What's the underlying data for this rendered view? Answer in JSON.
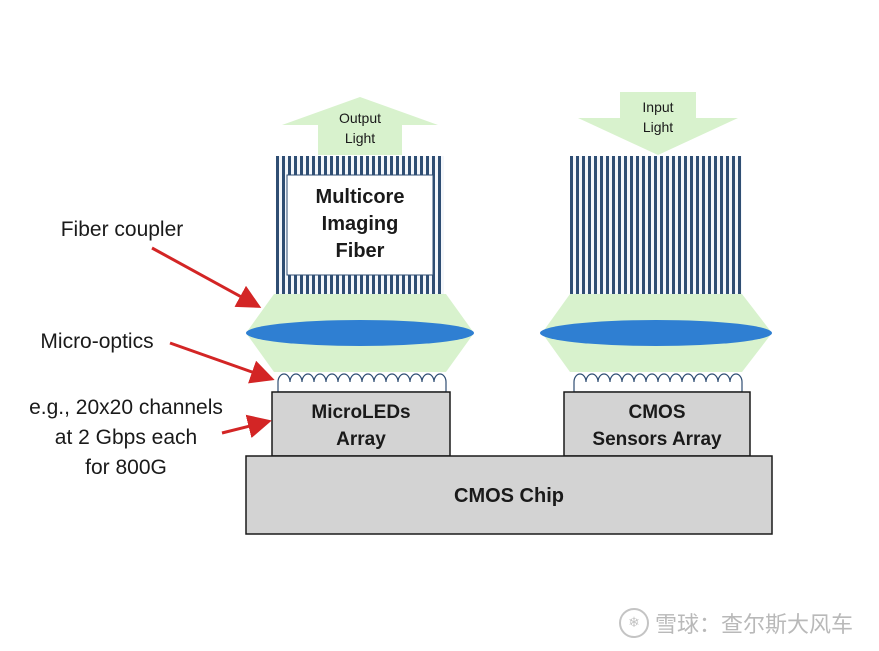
{
  "arrows": {
    "output_light": [
      "Output",
      "Light"
    ],
    "input_light": [
      "Input",
      "Light"
    ]
  },
  "fiber_label": [
    "Multicore",
    "Imaging",
    "Fiber"
  ],
  "left_annotations": {
    "fiber_coupler": "Fiber coupler",
    "micro_optics": "Micro-optics",
    "channels": [
      "e.g., 20x20 channels",
      "at 2 Gbps each",
      "for 800G"
    ]
  },
  "emitter_array": [
    "MicroLEDs",
    "Array"
  ],
  "sensor_array": [
    "CMOS",
    "Sensors Array"
  ],
  "chip": "CMOS Chip",
  "watermark": "雪球：查尔斯大风车",
  "colors": {
    "fiber_stripe": "#2f4e73",
    "light_green": "#d8f2cd",
    "lens_blue": "#2f7fd2",
    "box_gray": "#d3d3d3",
    "annotation_red": "#d32525"
  }
}
